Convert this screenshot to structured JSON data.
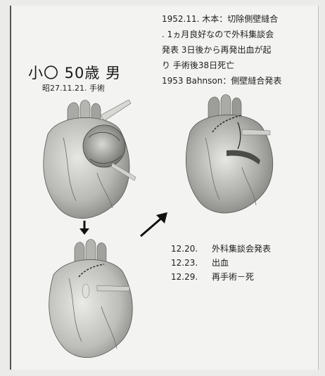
{
  "patient": {
    "name_age_sex": "小〇 50歳 男",
    "surgery_date": "昭27.11.21. 手術"
  },
  "history_note": {
    "lines": [
      "1952.11. 木本：切除側壁縫合",
      ". 1ヵ月良好なので外科集談会",
      "発表 3日後から再発出血が起",
      "り 手術後38日死亡",
      "1953 Bahnson：側壁縫合発表"
    ]
  },
  "events": [
    {
      "date": "12.20.",
      "text": "外科集談会発表"
    },
    {
      "date": "12.23.",
      "text": "出血"
    },
    {
      "date": "12.29.",
      "text": "再手術－死"
    }
  ],
  "figures": [
    {
      "name": "heart-aneurysm-before",
      "caption": ""
    },
    {
      "name": "heart-after-repair",
      "caption": ""
    },
    {
      "name": "heart-after-rebleed-bottom",
      "caption": ""
    }
  ],
  "colors": {
    "ink": "#1d1d1d",
    "paper": "#f3f3f1",
    "heart_shade": "#9a9a96"
  }
}
